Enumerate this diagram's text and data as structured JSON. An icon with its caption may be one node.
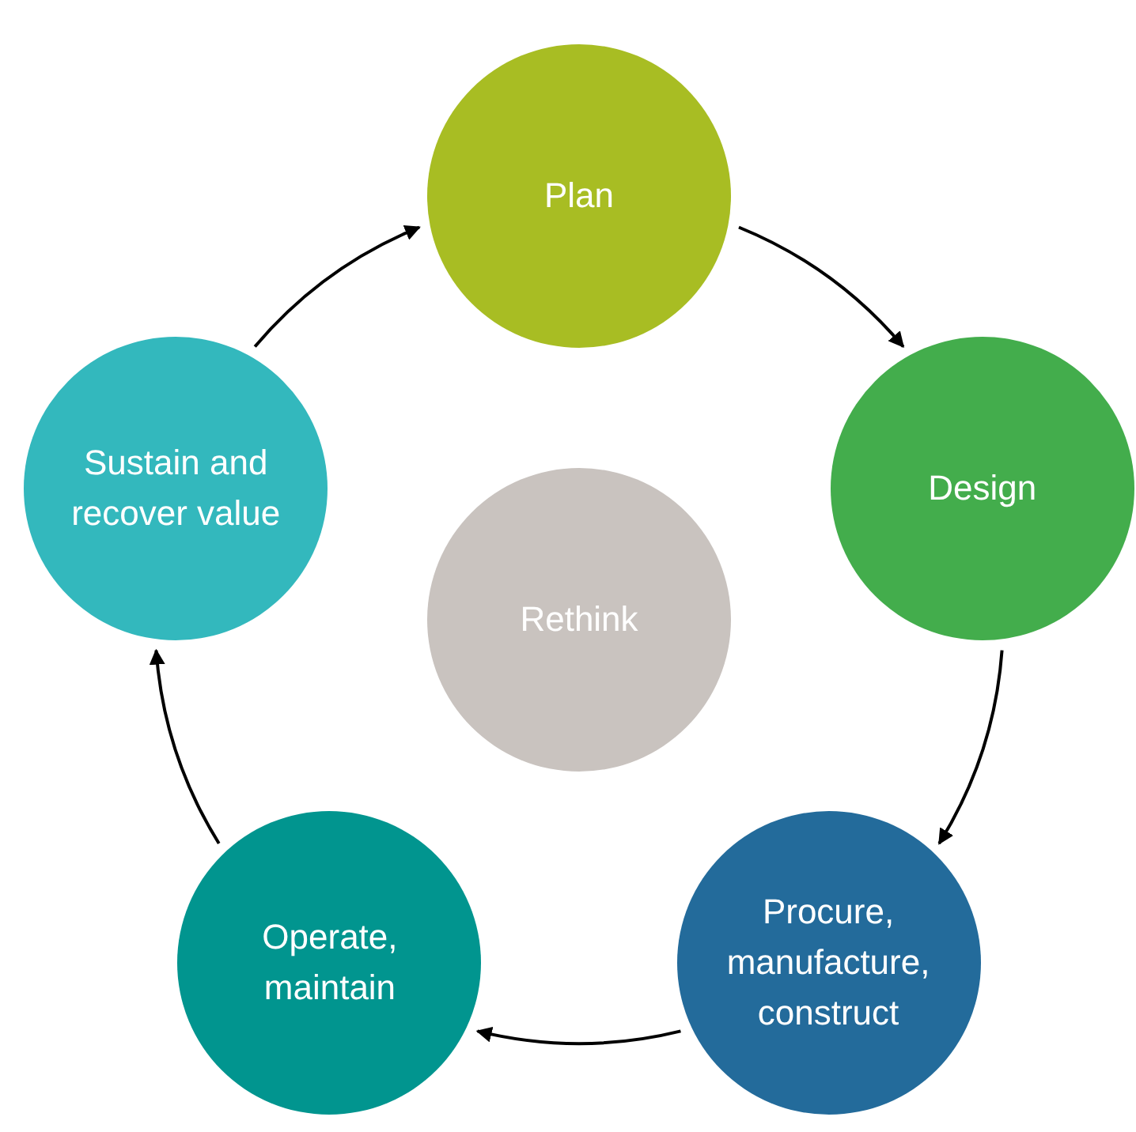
{
  "diagram": {
    "nodes": [
      {
        "text": [
          "Plan"
        ]
      },
      {
        "text": [
          "Design"
        ]
      },
      {
        "text": [
          "Procure, manufacture, construct"
        ]
      },
      {
        "text": [
          "Operate, maintain"
        ]
      },
      {
        "text": [
          "Sustain and recover value"
        ]
      },
      {
        "text": [
          "Rethink"
        ]
      }
    ],
    "edges": [
      {
        "from": 0,
        "to": 1,
        "arrow": "to"
      },
      {
        "from": 1,
        "to": 2,
        "arrow": "to"
      },
      {
        "from": 2,
        "to": 3,
        "arrow": "to"
      },
      {
        "from": 3,
        "to": 4,
        "arrow": "to"
      },
      {
        "from": 4,
        "to": 0,
        "arrow": "to"
      }
    ]
  }
}
